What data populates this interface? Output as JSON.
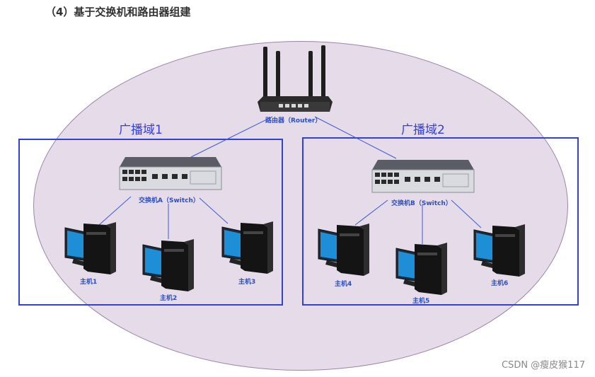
{
  "heading": "（4）基于交换机和路由器组建",
  "domains": [
    {
      "label": "广播域1"
    },
    {
      "label": "广播域2"
    }
  ],
  "router": {
    "label": "路由器（Router）"
  },
  "switches": [
    {
      "label": "交换机A（Switch）"
    },
    {
      "label": "交换机B（Switch）"
    }
  ],
  "hosts": [
    {
      "label": "主机1"
    },
    {
      "label": "主机2"
    },
    {
      "label": "主机3"
    },
    {
      "label": "主机4"
    },
    {
      "label": "主机5"
    },
    {
      "label": "主机6"
    }
  ],
  "watermark": "CSDN @瘦皮猴117",
  "colors": {
    "domain_border": "#3340d8",
    "link": "#3b5bd6",
    "ellipse_fill": "#e6dbe9"
  }
}
